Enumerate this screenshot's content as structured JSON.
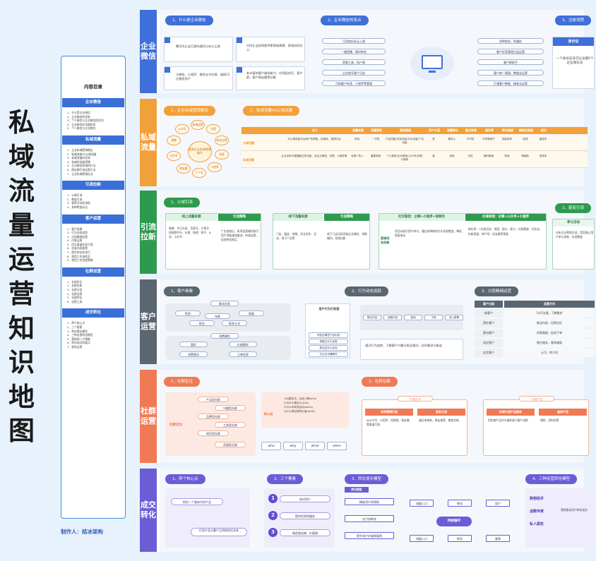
{
  "title_chars": [
    "私",
    "域",
    "流",
    "量",
    "运",
    "营",
    "知",
    "识",
    "地",
    "图"
  ],
  "toc": {
    "title": "内容目录",
    "groups": [
      {
        "head": "企业微信",
        "items": [
          "1、什么是企业微信",
          "2、企业微信的优势",
          "3、个人微信与企业微信的区别",
          "4、企业微信的功能矩阵",
          "5、个人微信与企业微信"
        ]
      },
      {
        "head": "私域流量",
        "items": [
          "1、企业私域营销概念",
          "2、私域流量VS公域流量",
          "3、私域流量的优势",
          "4、私域的流量逻辑",
          "5、企业微信私域的打法",
          "6、朋友圈引流运营方法",
          "7、企业私域营销玩法"
        ]
      },
      {
        "head": "引流拉新",
        "items": [
          "1、公域引流",
          "2、裂变引流",
          "3、推荐活动的流程",
          "4、多种裂变玩法"
        ]
      },
      {
        "head": "客户运营",
        "items": [
          "1、客户画像",
          "2、行为动态追踪",
          "3、分层精细运营",
          "4、内容运营",
          "5、四大渠道布局引流",
          "6、优惠内容要素",
          "7、提升转化的技巧",
          "8、常用工作流转及",
          "9、常用工作流程策略"
        ]
      },
      {
        "head": "社群运营",
        "items": [
          "1、社群定位",
          "2、社群拉新",
          "3、社群分层",
          "4、社群运营",
          "5、社群转化",
          "6、运营工具"
        ]
      },
      {
        "head": "成交转化",
        "items": [
          "1、两个核心点",
          "2、三个要素",
          "3、转化增长模型",
          "4、三种运营转化模型",
          "5、营销的八大策略",
          "6、转化成功的要点",
          "7、服务运营"
        ]
      }
    ]
  },
  "author": "制作人：结冰架构",
  "rows": {
    "wechat": {
      "label": "企业微信",
      "pills": [
        "1、什么是企业微信",
        "2、企业微信的亮点",
        "3、注册流程"
      ],
      "cards": [
        "腾讯为企业打造的通讯与办公工具",
        "对内企业协同提供更高效便捷、高效协同办公",
        "与微信、小程序、微信支付对接，链接12亿微信用户",
        "有丰富的客户服务能力，应用配合后、客户群，客户朋友圈等功能"
      ],
      "left_nodes": [
        "可添加好友无上限",
        "一键直播、随时转发",
        "获客工具、拓户源",
        "企业账号客户沉淀",
        "可按客户标签、小程序等管理"
      ],
      "right_nodes": [
        "多种群发、防骚扰",
        "客户标签管理分层运营",
        "客户群助手",
        "客户统一管理，数据化运营",
        "打通客户数据、精准化运营"
      ],
      "side_title": "身份证",
      "side_text": "一个身份证号可以注册5个企业微信号"
    },
    "private": {
      "label": "私域流量",
      "pills": [
        "1、企业私域营销概念",
        "2、私域流量VS公域流量"
      ],
      "center": "提高企业私域营销能力",
      "circles": [
        "私域运营",
        "内容",
        "粉丝运营",
        "社群",
        "小程序",
        "个人号",
        "朋友圈",
        "企业号",
        "直播",
        "公众号"
      ],
      "headers": [
        "定义",
        "流量来源",
        "流量获取",
        "典型渠道",
        "用户价值",
        "流量转化",
        "触达效果",
        "留存率",
        "转化难度",
        "精细化程度",
        "成本"
      ],
      "rows": [
        {
          "name": "公域流量",
          "cells": [
            "对公域流量平台用户的获取，如电商、视频平台",
            "购买",
            "一次性",
            "产品流量/内容流量/平台流量/广告流量",
            "低",
            "随流入",
            "不可控",
            "只有被用户",
            "较高成本",
            "较低",
            "高成本"
          ]
        },
        {
          "name": "私域流量",
          "cells": [
            "企业自有可重复触达的流量，如企业微信、社群、小程序等",
            "免费+导入",
            "重复使用",
            "个人微信/企业微信/公众号/社群/小程序",
            "高",
            "持续",
            "可控",
            "随时随地",
            "较低",
            "精细化",
            "低成本"
          ]
        }
      ]
    },
    "lead": {
      "label": "引流拉新",
      "pills": [
        "1、公域引流",
        "2、裂变引流"
      ],
      "offline_title": "线上流量来源",
      "offline_guide": "引流策略",
      "offline_list": "微博、今日头条、百家号、大鱼号、短视频平台、社群、贴吧、知乎、B站、小红书",
      "offline_text": "广告投放后，再用优惠福利吸引用户到私域流量池，持续运营，促进转化购买",
      "online_title": "线下流量来源",
      "online_guide": "引流策略",
      "online_list": "门店、展会、地推、异业合作、活动、线下广告等",
      "online_text": "线下门店扫码添加企业微信、领取福利，完成拉新",
      "social_title": "社交裂变：企微+小程序+视频号",
      "social_tag": "价值体现：企微+公众号+小程序",
      "social_side": "营销活动拉新",
      "social_text": "用活动吸引用户参与，通过老带新的方式实现裂变，降低获客成本",
      "social_right": "转化率：1分钱活动、拼团、砍价、助力；社群裂变：任务宝、拉新奖励；转介绍：好友推荐奖励",
      "far_title": "参与活动",
      "far_text": "分析企业营销活动，是否能让用户参与进来，实现裂变"
    },
    "customer": {
      "label": "客户运营",
      "pills": [
        "1、客户画像",
        "2、行为动态追踪",
        "3、分层精细运营"
      ],
      "base": "基本信息",
      "base_nodes": [
        "性别",
        "年龄",
        "地域",
        "职业",
        "联系方式"
      ],
      "behavior": "消费属性",
      "behavior_nodes": [
        "喜好",
        "价格需求",
        "消费频次",
        "订单信息"
      ],
      "tag_title": "用户行为打标签",
      "tag_items": [
        "浏览过哪些产品内容",
        "领取过什么优惠",
        "参加过什么活动",
        "与企业沟通情况"
      ],
      "track_nodes": [
        "帮买内容",
        "查看内容",
        "咨询",
        "下单",
        "进入群聊"
      ],
      "track_note": "通过行为追踪，了解客户兴趣与购买意向，及时跟进与推送",
      "table_headers": [
        "客户分层",
        "运营方式"
      ],
      "table_rows": [
        {
          "name": "新客户",
          "text": "1对1沟通，了解需求"
        },
        {
          "name": "潜在客户",
          "text": "推送内容，培养信任"
        },
        {
          "name": "意向客户",
          "text": "优惠激励，促成下单"
        },
        {
          "name": "成交客户",
          "text": "售后服务，复购激励"
        },
        {
          "name": "忠实客户",
          "text": "认可，转介绍"
        }
      ]
    },
    "community": {
      "label": "社群运营",
      "pills": [
        "1、社群定位",
        "2、社群拉新"
      ],
      "left_title": "社群定位",
      "tree": [
        "产品型社群",
        "兴趣型社群",
        "品牌型社群",
        "工具型社群",
        "知识型社群",
        "资源型社群"
      ],
      "mid_title": "群公告",
      "mid_list": [
        "1)社群定位，目标人群(who)",
        "2)为什么要加入(why)",
        "3)什么时间有活动(when)",
        "4)什么是社群的价值(what)"
      ],
      "questions": [
        "who",
        "why",
        "what",
        "when"
      ],
      "a_title": "引流方式",
      "a_cols": [
        "多种营销引流",
        "朋友引流"
      ],
      "a_texts": [
        "从公众号、小程序、短视频、朋友圈等渠道引流",
        "通过老带新，朋友推荐，裂变拉新"
      ],
      "b_title": "引流产品",
      "b_cols": [
        "实物引流产品服务",
        "虚拟产品"
      ],
      "b_texts": [
        "用实物产品作为福利吸引客户进群",
        "课程、资料包等"
      ]
    },
    "deal": {
      "label": "成交转化",
      "pills": [
        "1、两个核心点",
        "2、三个要素",
        "3、转化增长模型",
        "4、三种运营转化模型"
      ],
      "core": [
        "抓住一个强有力的产品",
        "打造产品与客户之间的信任关系"
      ],
      "elements": [
        "找对用户",
        "提供优质的服务",
        "制造紧迫感、价值感"
      ],
      "flow_title": "转化模型",
      "flow_left": [
        "精准用户的获取",
        "去引流转化",
        "提升用户价值和复购"
      ],
      "flow_mid": [
        "流量入口",
        "转化",
        "用户"
      ],
      "flow_center": "持续循环",
      "flow_bottom": [
        "流量入口",
        "转化",
        "复购"
      ],
      "model": [
        "购物助手",
        "话题专家",
        "私人朋友"
      ],
      "model_text": "营销推动用户转化成交"
    }
  },
  "colors": {
    "wechat": "#3f6fd8",
    "private": "#f2a13a",
    "lead": "#2e9a4e",
    "customer": "#5a6670",
    "community": "#f07a55",
    "deal": "#6b5dd6"
  }
}
